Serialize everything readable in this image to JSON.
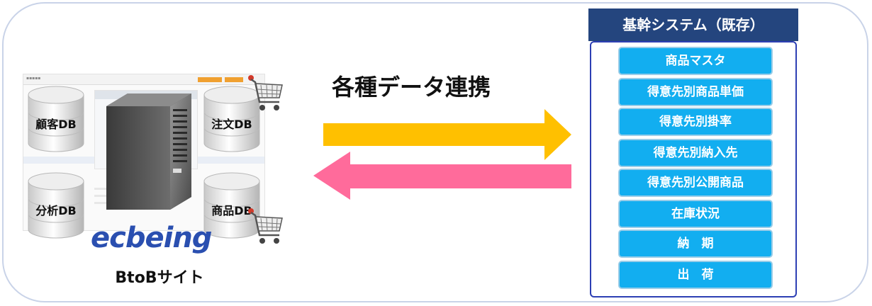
{
  "left": {
    "databases": [
      {
        "label": "顧客DB"
      },
      {
        "label": "注文DB"
      },
      {
        "label": "分析DB"
      },
      {
        "label": "商品DB"
      }
    ],
    "logo_text": "ecbeing",
    "site_label": "BtoBサイト"
  },
  "middle": {
    "title": "各種データ連携",
    "arrow_colors": {
      "to_right": "#ffc000",
      "to_left": "#ff6b9b"
    }
  },
  "right": {
    "header": "基幹システム（既存）",
    "items": [
      {
        "label": "商品マスタ"
      },
      {
        "label": "得意先別商品単価"
      },
      {
        "label": "得意先別掛率"
      },
      {
        "label": "得意先別納入先"
      },
      {
        "label": "得意先別公開商品"
      },
      {
        "label": "在庫状況"
      },
      {
        "label": "納　期"
      },
      {
        "label": "出　荷"
      }
    ],
    "colors": {
      "header_bg": "#24457e",
      "item_bg": "#12aef0",
      "border": "#2d3fb4"
    }
  }
}
